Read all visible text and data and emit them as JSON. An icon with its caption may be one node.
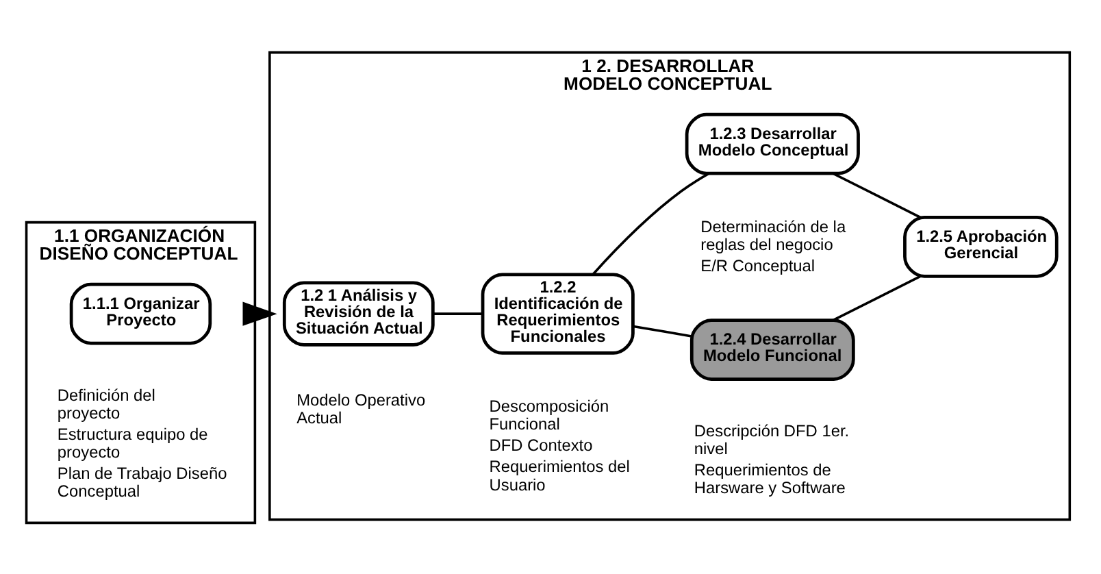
{
  "diagram": {
    "nodes": [
      {
        "text": [
          "1.1 ORGANIZACIÓN DISEÑO CONCEPTUAL"
        ]
      },
      {
        "text": [
          "1.1.1 Organizar Proyecto"
        ],
        "in": 0,
        "beside": [
          "Definición del proyecto",
          "Estructura equipo de proyecto",
          "Plan de Trabajo Diseño Conceptual"
        ]
      },
      {
        "text": [
          "1 2. DESARROLLAR MODELO CONCEPTUAL"
        ]
      },
      {
        "text": [
          "1.2 1 Análisis y Revisión de la Situación Actual"
        ],
        "in": 2,
        "beside": [
          "Modelo Operativo Actual"
        ]
      },
      {
        "text": [
          "1.2.2 Identificación de Requerimientos Funcionales"
        ],
        "in": 2,
        "beside": [
          "Descomposición Funcional",
          "DFD Contexto",
          "Requerimientos del Usuario"
        ]
      },
      {
        "text": [
          "1.2.3 Desarrollar Modelo Conceptual"
        ],
        "in": 2,
        "beside": [
          "Determinación de la reglas del negocio",
          "E/R Conceptual"
        ]
      },
      {
        "text": [
          "1.2.4 Desarrollar Modelo Funcional"
        ],
        "in": 2,
        "beside": [
          "Descripción DFD 1er. nivel",
          "Requerimientos de Harsware y Software"
        ]
      },
      {
        "text": [
          "1.2.5 Aprobación Gerencial"
        ],
        "in": 2
      }
    ],
    "edges": [
      {
        "from": 0,
        "to": 2,
        "arrow": "to",
        "style": "thick"
      },
      {
        "from": 3,
        "to": 4,
        "arrow": "none"
      },
      {
        "from": 4,
        "to": 5,
        "arrow": "none"
      },
      {
        "from": 4,
        "to": 6,
        "arrow": "none"
      },
      {
        "from": 5,
        "to": 7,
        "arrow": "none"
      },
      {
        "from": 6,
        "to": 7,
        "arrow": "none"
      }
    ]
  }
}
